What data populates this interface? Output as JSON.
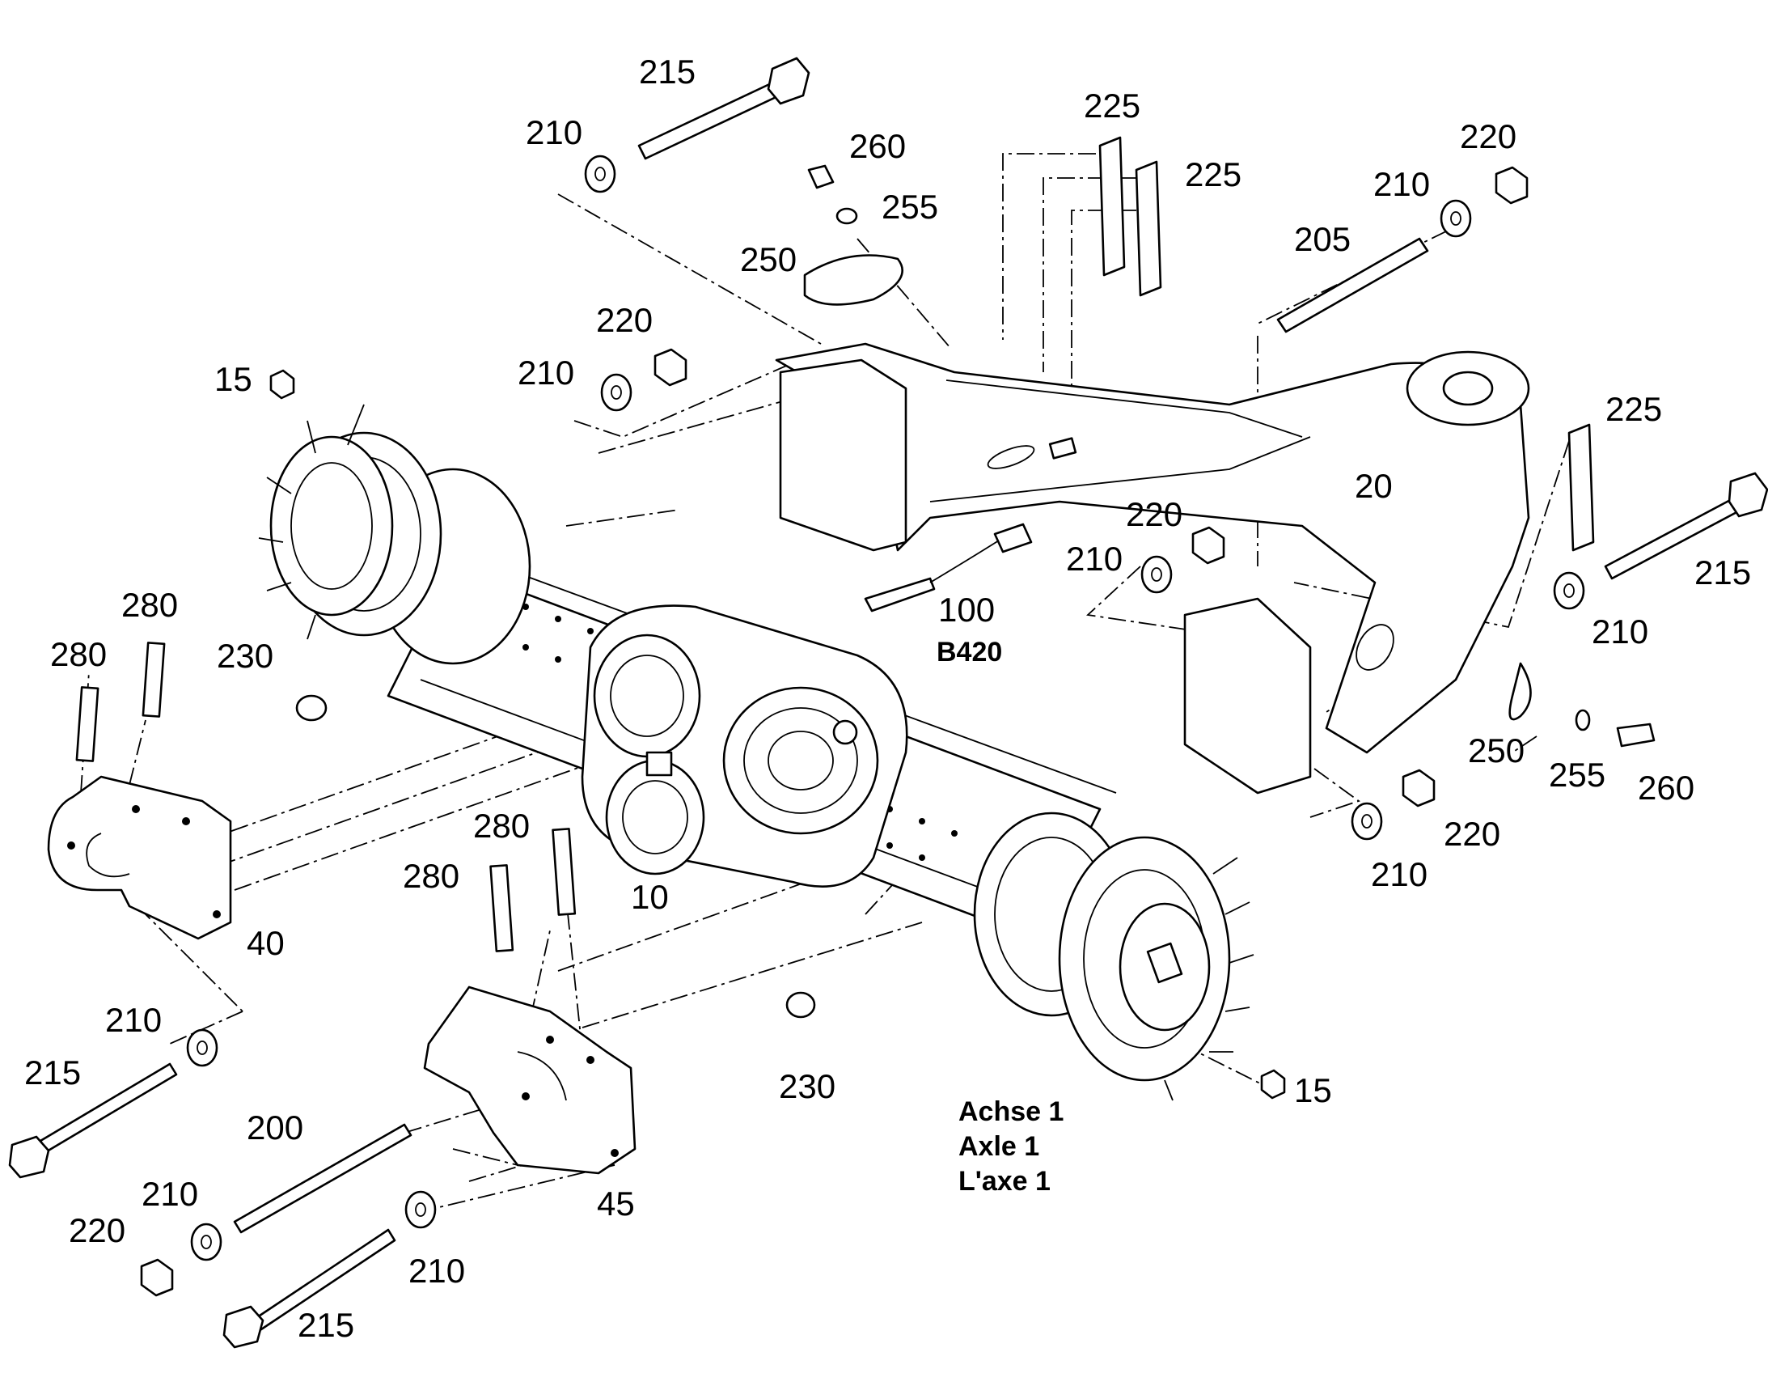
{
  "diagram": {
    "callouts": [
      {
        "id": "c215a",
        "text": "215"
      },
      {
        "id": "c210a",
        "text": "210"
      },
      {
        "id": "c260a",
        "text": "260"
      },
      {
        "id": "c255a",
        "text": "255"
      },
      {
        "id": "c250a",
        "text": "250"
      },
      {
        "id": "c225a",
        "text": "225"
      },
      {
        "id": "c225b",
        "text": "225"
      },
      {
        "id": "c220a",
        "text": "220"
      },
      {
        "id": "c210b",
        "text": "210"
      },
      {
        "id": "c205",
        "text": "205"
      },
      {
        "id": "c220b",
        "text": "220"
      },
      {
        "id": "c210c",
        "text": "210"
      },
      {
        "id": "c15a",
        "text": "15"
      },
      {
        "id": "c225c",
        "text": "225"
      },
      {
        "id": "c20",
        "text": "20"
      },
      {
        "id": "c220c",
        "text": "220"
      },
      {
        "id": "c210d",
        "text": "210"
      },
      {
        "id": "c215b",
        "text": "215"
      },
      {
        "id": "c280a",
        "text": "280"
      },
      {
        "id": "c280b",
        "text": "280"
      },
      {
        "id": "c230a",
        "text": "230"
      },
      {
        "id": "c100",
        "text": "100"
      },
      {
        "id": "c210e",
        "text": "210"
      },
      {
        "id": "c250b",
        "text": "250"
      },
      {
        "id": "c255b",
        "text": "255"
      },
      {
        "id": "c260b",
        "text": "260"
      },
      {
        "id": "c220d",
        "text": "220"
      },
      {
        "id": "c210f",
        "text": "210"
      },
      {
        "id": "c280c",
        "text": "280"
      },
      {
        "id": "c280d",
        "text": "280"
      },
      {
        "id": "c10",
        "text": "10"
      },
      {
        "id": "c40",
        "text": "40"
      },
      {
        "id": "c210g",
        "text": "210"
      },
      {
        "id": "c215c",
        "text": "215"
      },
      {
        "id": "c200",
        "text": "200"
      },
      {
        "id": "c230b",
        "text": "230"
      },
      {
        "id": "c15b",
        "text": "15"
      },
      {
        "id": "c210h",
        "text": "210"
      },
      {
        "id": "c220e",
        "text": "220"
      },
      {
        "id": "c45",
        "text": "45"
      },
      {
        "id": "c210i",
        "text": "210"
      },
      {
        "id": "c215d",
        "text": "215"
      }
    ],
    "sensor_code": "B420",
    "axle_caption": {
      "de": "Achse 1",
      "en": "Axle 1",
      "fr": "L'axe 1"
    }
  }
}
